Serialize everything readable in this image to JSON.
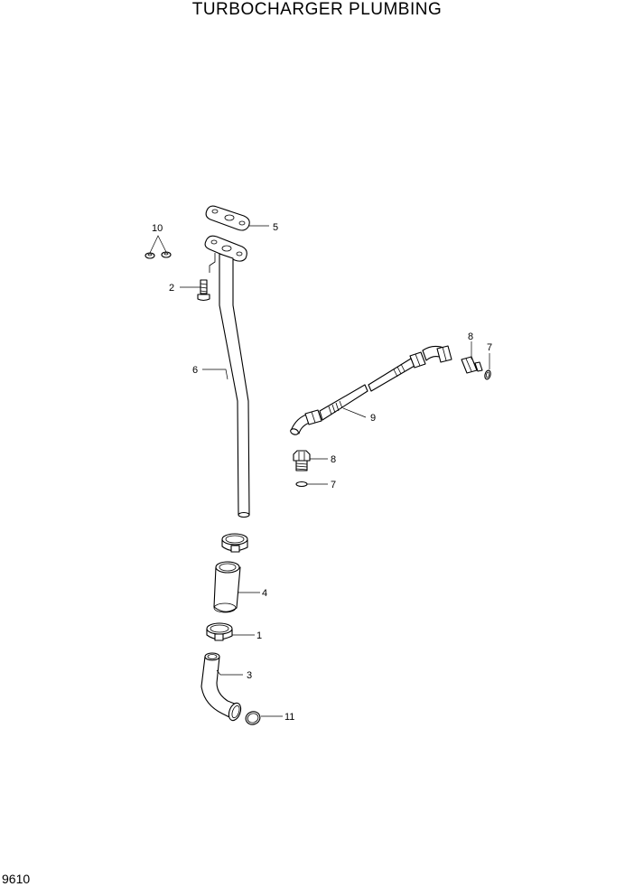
{
  "title": "TURBOCHARGER PLUMBING",
  "page_number": "9610",
  "callouts": {
    "c1": "1",
    "c2": "2",
    "c3": "3",
    "c4": "4",
    "c5": "5",
    "c6": "6",
    "c7a": "7",
    "c7b": "7",
    "c8a": "8",
    "c8b": "8",
    "c9": "9",
    "c10": "10",
    "c11": "11"
  }
}
